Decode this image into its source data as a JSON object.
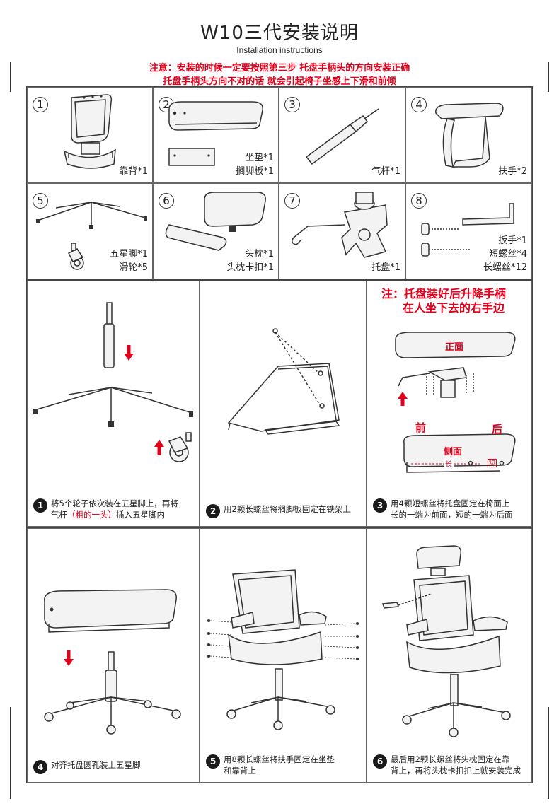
{
  "header": {
    "title": "W10三代安装说明",
    "subtitle": "Installation instructions",
    "notice_line1": "注意：安装的时候一定要按照第三步 托盘手柄头的方向安装正确",
    "notice_line2": "托盘手柄头方向不对的话 就会引起椅子坐感上下滑和前倾"
  },
  "parts": [
    {
      "number": "1",
      "lines": [
        "靠背*1"
      ]
    },
    {
      "number": "2",
      "lines": [
        "坐垫*1",
        "搁脚板*1"
      ]
    },
    {
      "number": "3",
      "lines": [
        "气杆*1"
      ]
    },
    {
      "number": "4",
      "lines": [
        "扶手*2"
      ]
    },
    {
      "number": "5",
      "lines": [
        "五星脚*1",
        "滑轮*5"
      ]
    },
    {
      "number": "6",
      "lines": [
        "头枕*1",
        "头枕卡扣*1"
      ]
    },
    {
      "number": "7",
      "lines": [
        "托盘*1"
      ]
    },
    {
      "number": "8",
      "lines": [
        "扳手*1",
        "短螺丝*4",
        "长螺丝*12"
      ]
    }
  ],
  "steps": [
    {
      "number": "1",
      "line1": "将5个轮子依次装在五星脚上，再将",
      "line2_pre": "气杆",
      "line2_red": "（粗的一头）",
      "line2_post": "插入五星脚内"
    },
    {
      "number": "2",
      "line1": "用2颗长螺丝将搁脚板固定在铁架上"
    },
    {
      "number": "3",
      "line1": "用4颗短螺丝将托盘固定在椅面上",
      "line2": "长的一端为前面，短的一端为后面"
    },
    {
      "number": "4",
      "line1": "对齐托盘圆孔装上五星脚"
    },
    {
      "number": "5",
      "line1": "用8颗长螺丝将扶手固定在坐垫",
      "line2": "和靠背上"
    },
    {
      "number": "6",
      "line1": "最后用2颗长螺丝将头枕固定在靠",
      "line2": "背上，再将头枕卡扣扣上就安装完成"
    }
  ],
  "step3_panel": {
    "note_line1": "注：托盘装好后升降手柄",
    "note_line2": "在人坐下去的右手边",
    "label_front_face": "正面",
    "label_front": "前",
    "label_back": "后",
    "label_side": "侧面",
    "label_long": "长",
    "label_short": "短"
  },
  "colors": {
    "accent_red": "#e3001b",
    "line": "#333333"
  }
}
